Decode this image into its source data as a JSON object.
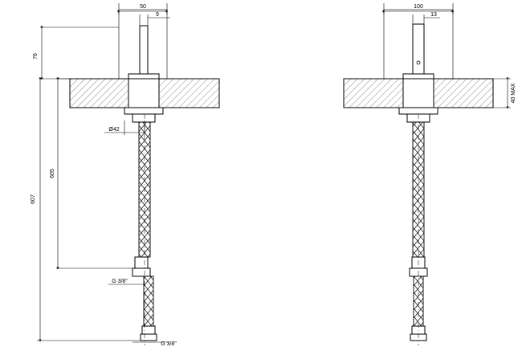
{
  "left_view": {
    "dims": {
      "top_width": "50",
      "stem_diameter": "9",
      "height_above": "76",
      "total_height": "607",
      "hose_length": "605",
      "mount_diameter": "Ø42",
      "thread_upper": "G 3/8\"",
      "thread_lower": "G 3/8\""
    }
  },
  "right_view": {
    "dims": {
      "top_width": "100",
      "stem_diameter": "13",
      "max_thickness": "40 MAX"
    }
  },
  "colors": {
    "line": "#000000",
    "hatch": "#555555",
    "background": "#ffffff"
  }
}
